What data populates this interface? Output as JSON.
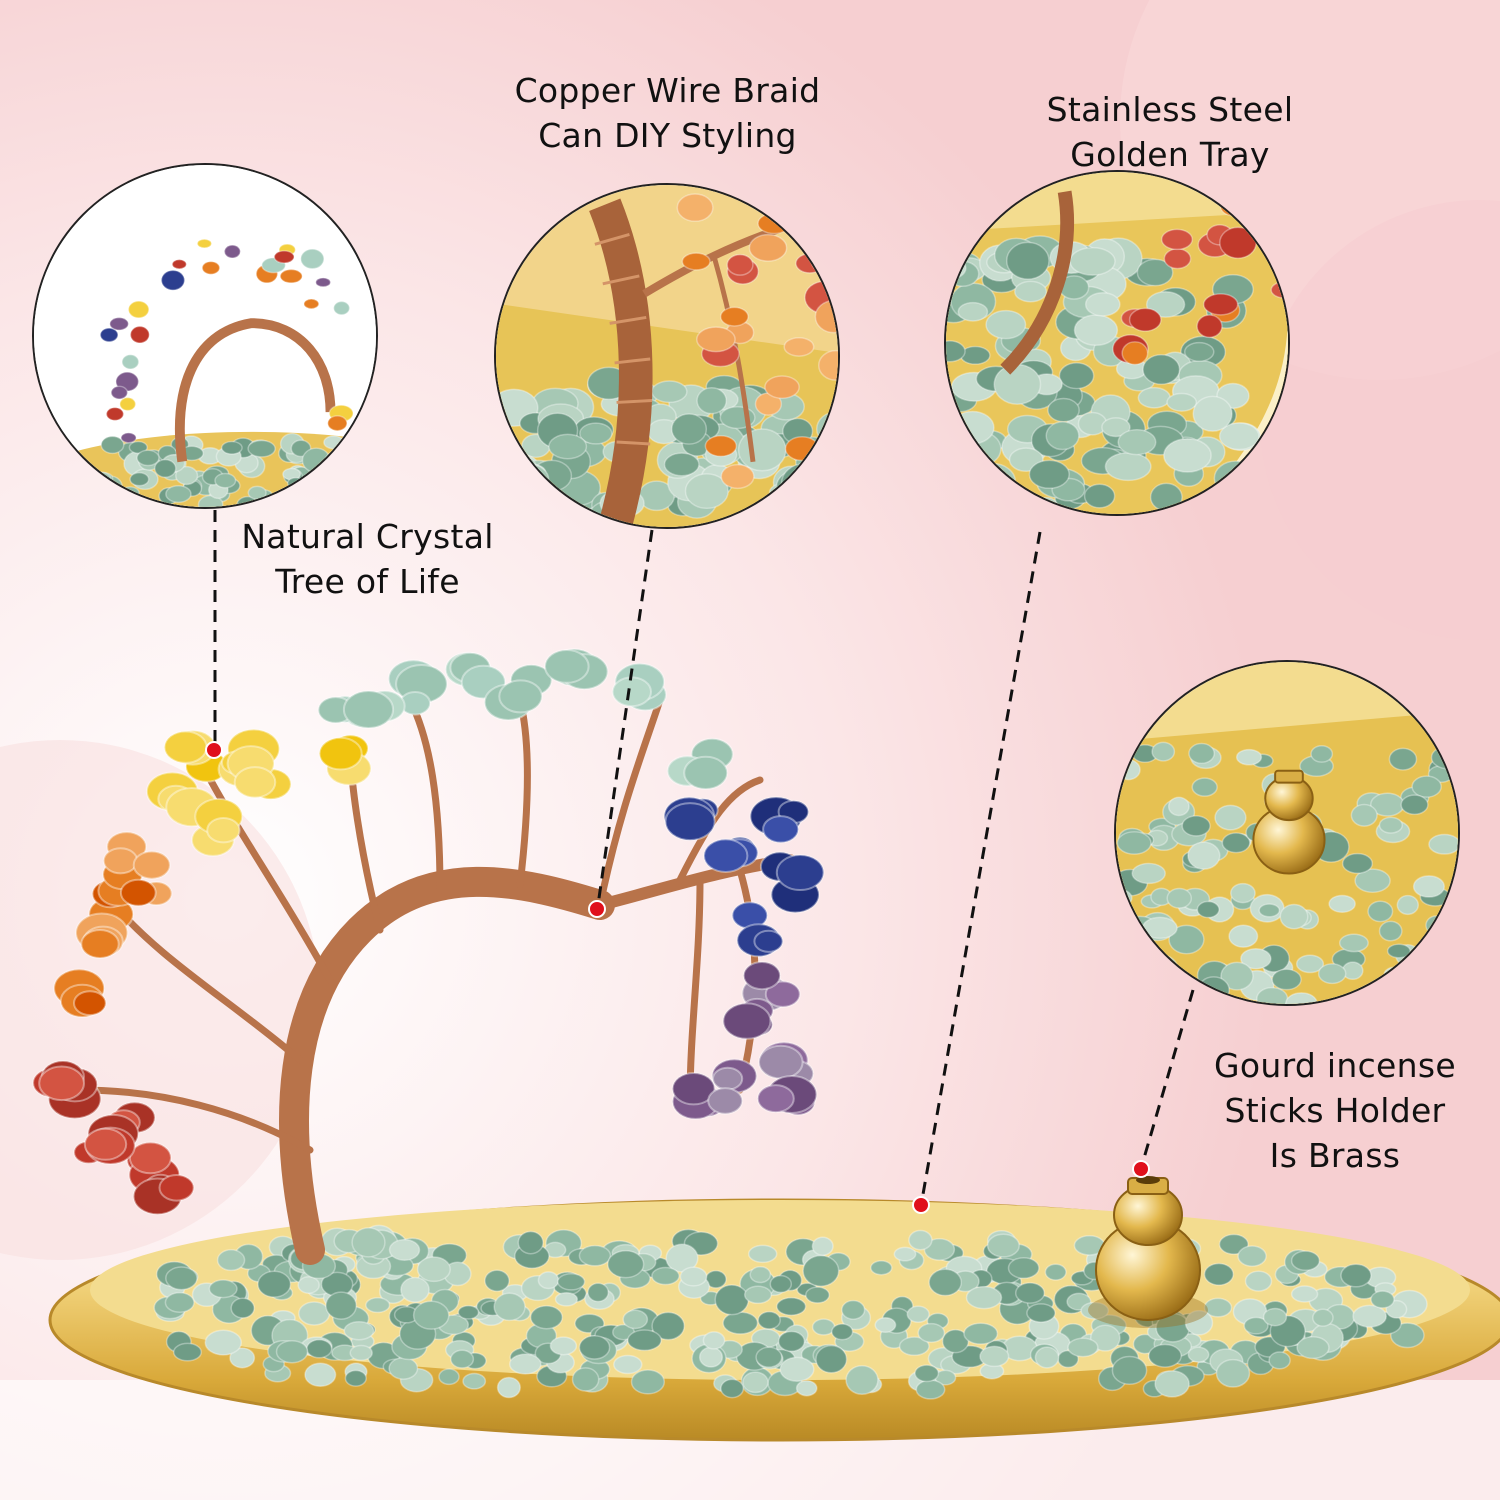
{
  "callouts": {
    "copper_wire": {
      "line1": "Copper Wire Braid",
      "line2": "Can DIY Styling"
    },
    "steel_tray": {
      "line1": "Stainless Steel",
      "line2": "Golden Tray"
    },
    "crystal_tree": {
      "line1": "Natural Crystal",
      "line2": "Tree of Life"
    },
    "incense_holder": {
      "line1": "Gourd incense",
      "line2": "Sticks Holder",
      "line3": "Is Brass"
    }
  },
  "colors": {
    "background_pink": "#f7cfd0",
    "tray_gold": "#e8c24a",
    "copper": "#b8734a",
    "aventurine": "#8fb8a2",
    "marker_red": "#e0101c"
  }
}
